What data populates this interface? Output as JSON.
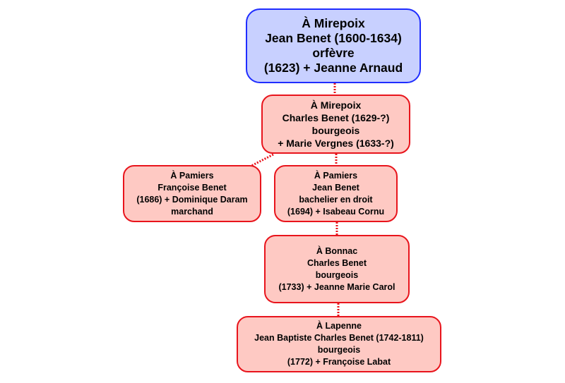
{
  "nodes": {
    "root": {
      "lines": [
        "À Mirepoix",
        "Jean Benet (1600-1634)",
        "orfèvre",
        "(1623) + Jeanne Arnaud"
      ]
    },
    "charles1": {
      "lines": [
        "À Mirepoix",
        "Charles Benet (1629-?)",
        "bourgeois",
        "+ Marie Vergnes (1633-?)"
      ]
    },
    "francoise": {
      "lines": [
        "À Pamiers",
        "Françoise Benet",
        "(1686) + Dominique Daram",
        "marchand"
      ]
    },
    "jean": {
      "lines": [
        "À Pamiers",
        "Jean Benet",
        "bachelier en droit",
        "(1694) + Isabeau Cornu"
      ]
    },
    "charles2": {
      "lines": [
        "À Bonnac",
        "Charles Benet",
        "bourgeois",
        "(1733) + Jeanne Marie Carol"
      ]
    },
    "jeanbaptiste": {
      "lines": [
        "À Lapenne",
        "Jean Baptiste Charles Benet (1742-1811)",
        "bourgeois",
        "(1772) + Françoise Labat"
      ]
    }
  },
  "colors": {
    "root_fill": "#c8d0ff",
    "root_border": "#1f2dff",
    "node_fill": "#fec9c3",
    "node_border": "#e8141c",
    "connector": "#e8141c"
  }
}
